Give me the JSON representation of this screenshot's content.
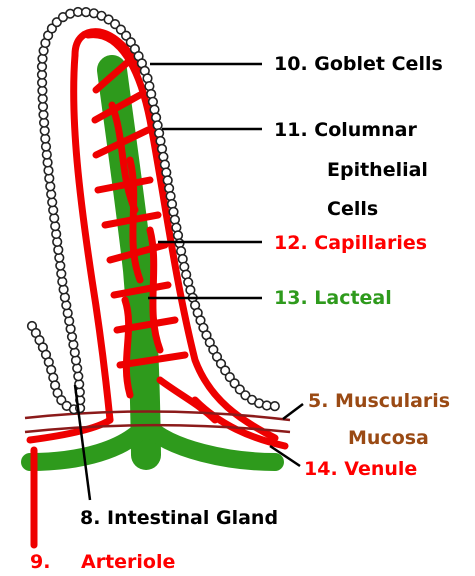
{
  "colors": {
    "black": "#000000",
    "red": "#ff0000",
    "green": "#2e9a1c",
    "brown": "#9a4a14",
    "dark_red": "#8b1a1a"
  },
  "labels": {
    "goblet": "10. Goblet Cells",
    "columnar_1": "11. Columnar",
    "columnar_2": "Epithelial",
    "columnar_3": "Cells",
    "capillaries": "12. Capillaries",
    "lacteal": "13. Lacteal",
    "muscularis_1": "5. Muscularis",
    "muscularis_2": "Mucosa",
    "venule": "14. Venule",
    "gland": "8. Intestinal Gland",
    "arteriole_num": "9.",
    "arteriole": "Arteriole"
  }
}
